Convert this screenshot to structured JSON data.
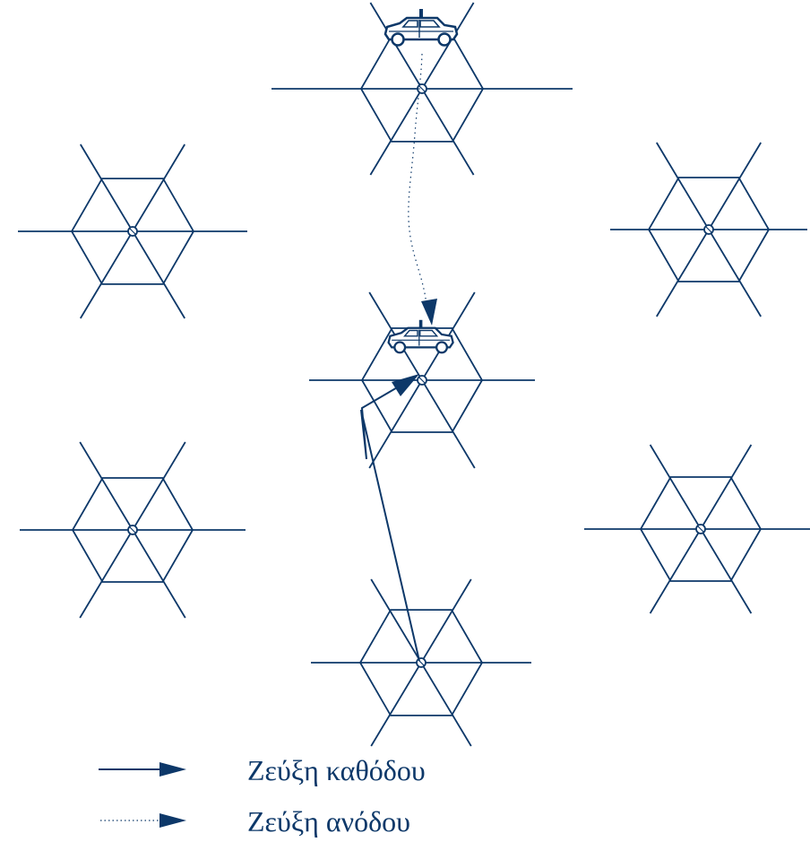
{
  "colors": {
    "line": "#0d3869",
    "text": "#0d3869",
    "background": "#ffffff"
  },
  "cells": [
    {
      "name": "cell-top"
    },
    {
      "name": "cell-upper-left"
    },
    {
      "name": "cell-upper-right"
    },
    {
      "name": "cell-center"
    },
    {
      "name": "cell-lower-left"
    },
    {
      "name": "cell-lower-right"
    },
    {
      "name": "cell-bottom"
    }
  ],
  "vehicles": [
    {
      "name": "car-icon-top"
    },
    {
      "name": "car-icon-center"
    }
  ],
  "links": {
    "downlink": {
      "from": "cell-bottom",
      "to": "cell-center",
      "style": "solid"
    },
    "uplink": {
      "from": "car-icon-top",
      "to": "car-icon-center",
      "style": "dotted"
    }
  },
  "legend": {
    "downlink_label": "Ζεύξη καθόδου",
    "uplink_label": "Ζεύξη ανόδου"
  }
}
